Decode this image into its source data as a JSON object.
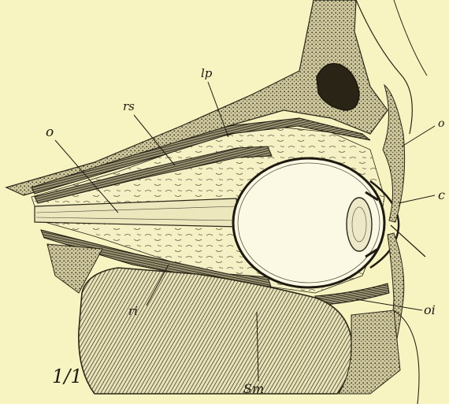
{
  "figure": {
    "labels": {
      "o": "o",
      "rs": "rs",
      "lp": "lp",
      "ob": "o",
      "c": "c",
      "oi": "oi",
      "ri": "ri",
      "sm": "Sm",
      "scale": "1/1"
    },
    "colors": {
      "background": "#f7f4c2",
      "ink": "#1d1a12",
      "bone": "#c9c29a"
    }
  }
}
